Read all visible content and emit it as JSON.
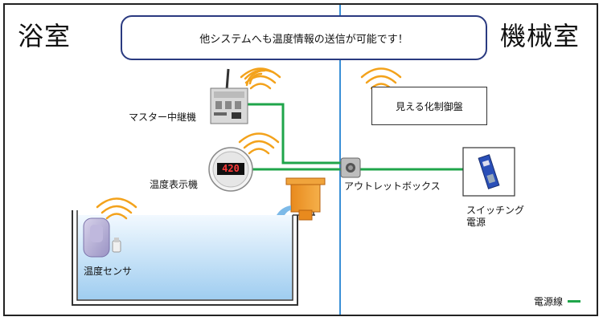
{
  "rooms": {
    "left": "浴室",
    "right": "機械室"
  },
  "banner": "他システムへも温度情報の送信が可能です！",
  "devices": {
    "master_relay": "マスター中継機",
    "temp_display": "温度表示機",
    "display_reading": "420",
    "outlet_box": "アウトレットボックス",
    "temp_sensor": "温度センサ",
    "switching_power_line1": "スイッチング",
    "switching_power_line2": "電源"
  },
  "panel": "見える化制御盤",
  "legend": {
    "power_line": "電源線"
  },
  "colors": {
    "power_line": "#1fa54a",
    "divider": "#3a8fd6",
    "wifi": "#f3a21b",
    "water": "#d8ecfa"
  }
}
